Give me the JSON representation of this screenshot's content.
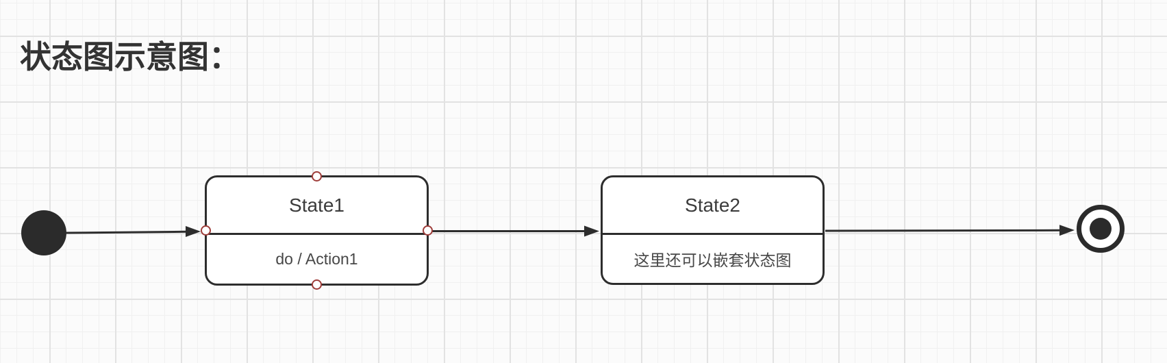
{
  "title": "状态图示意图：",
  "diagram": {
    "type": "uml-state-diagram",
    "nodes": {
      "initial": {
        "kind": "initial-state"
      },
      "state1": {
        "title": "State1",
        "body": "do / Action1"
      },
      "state2": {
        "title": "State2",
        "body": "这里还可以嵌套状态图"
      },
      "final": {
        "kind": "final-state"
      }
    },
    "edges": [
      {
        "from": "initial",
        "to": "state1"
      },
      {
        "from": "state1",
        "to": "state2"
      },
      {
        "from": "state2",
        "to": "final"
      }
    ]
  },
  "colors": {
    "background": "#fbfbfb",
    "grid_minor": "#f0f0f0",
    "grid_major": "#e2e2e2",
    "stroke": "#2d2d2d",
    "node_fill": "#ffffff",
    "title_text": "#333333",
    "node_text": "#3b3b3b",
    "connection_handle": "#9e3c39"
  }
}
